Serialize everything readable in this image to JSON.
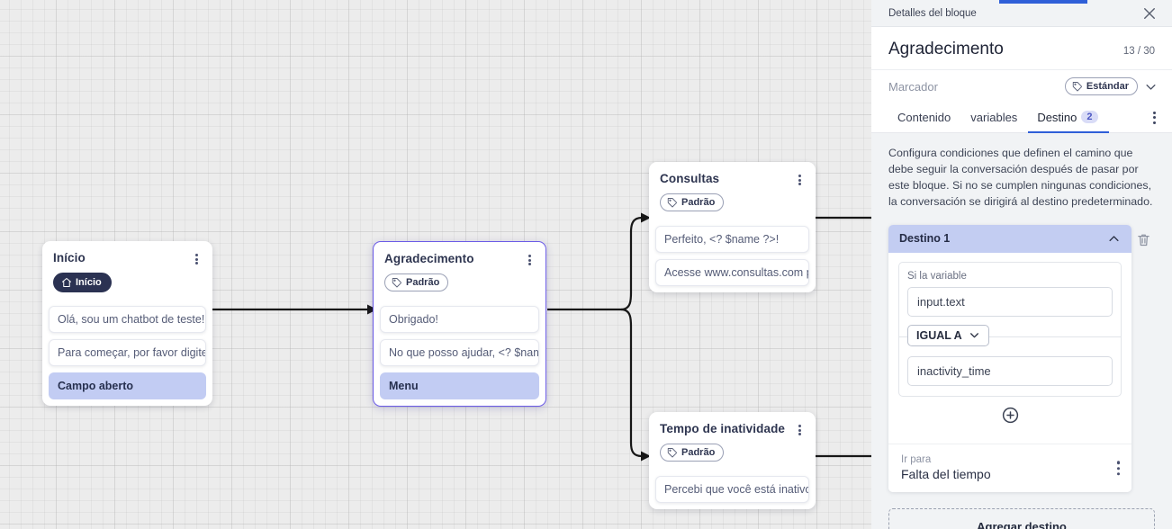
{
  "canvas": {
    "nodes": [
      {
        "id": "inicio",
        "title": "Início",
        "tag": "Início",
        "tag_icon": "home-icon",
        "tag_style": "start",
        "selected": false,
        "rows": [
          {
            "text": "Olá, sou um chatbot de teste!",
            "highlight": false
          },
          {
            "text": "Para começar, por favor digite o ...",
            "highlight": false
          },
          {
            "text": "Campo aberto",
            "highlight": true
          }
        ]
      },
      {
        "id": "agradecimento",
        "title": "Agradecimento",
        "tag": "Padrão",
        "tag_icon": "tag-icon",
        "tag_style": "default",
        "selected": true,
        "rows": [
          {
            "text": "Obrigado!",
            "highlight": false
          },
          {
            "text": "No que posso ajudar, <? $name ...",
            "highlight": false
          },
          {
            "text": "Menu",
            "highlight": true
          }
        ]
      },
      {
        "id": "consultas",
        "title": "Consultas",
        "tag": "Padrão",
        "tag_icon": "tag-icon",
        "tag_style": "default",
        "selected": false,
        "rows": [
          {
            "text": "Perfeito, <? $name ?>!",
            "highlight": false
          },
          {
            "text": "Acesse www.consultas.com par...",
            "highlight": false
          }
        ]
      },
      {
        "id": "inatividade",
        "title": "Tempo de inatividade",
        "tag": "Padrão",
        "tag_icon": "tag-icon",
        "tag_style": "default",
        "selected": false,
        "rows": [
          {
            "text": "Percebi que você está inativo. C...",
            "highlight": false
          }
        ]
      }
    ]
  },
  "panel": {
    "topbar_title": "Detalles del bloque",
    "close_icon": "close-icon",
    "title": "Agradecimento",
    "char_count": "13 / 30",
    "marcador_label": "Marcador",
    "marcador_value": "Estándar",
    "tabs": [
      {
        "label": "Contenido",
        "badge": "",
        "active": false
      },
      {
        "label": "variables",
        "badge": "",
        "active": false
      },
      {
        "label": "Destino",
        "badge": "2",
        "active": true
      }
    ],
    "description": "Configura condiciones que definen el camino que debe seguir la conversación después de pasar por este bloque. Si no se cumplen ningunas condiciones, la conversación se dirigirá al destino predeterminado.",
    "destination": {
      "header": "Destino 1",
      "condition_label": "Si la variable",
      "variable_value": "input.text",
      "operator": "IGUAL A",
      "comparison_value": "inactivity_time",
      "goto_label": "Ir para",
      "goto_value": "Falta del tiempo"
    },
    "add_destination_label": "Agregar destino"
  },
  "colors": {
    "accent_blue": "#2f5fd8",
    "highlight_lavender": "#c3cdf2",
    "selected_border": "#6c5ce7",
    "canvas_bg": "#ececec",
    "panel_bg": "#f1f3f5"
  }
}
